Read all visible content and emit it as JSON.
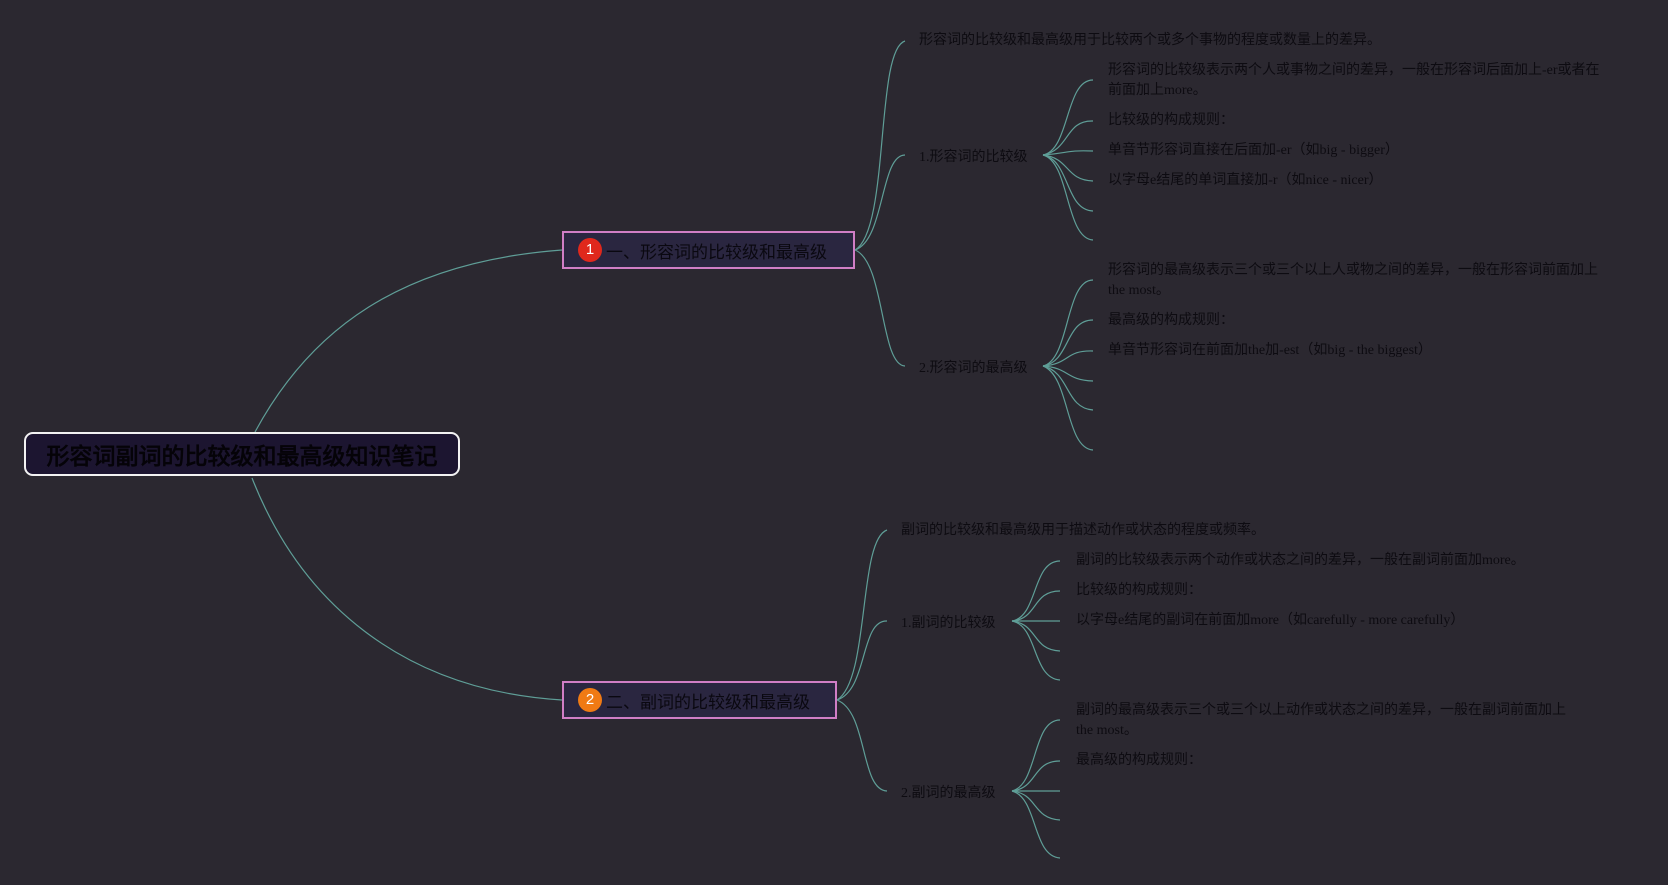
{
  "root": {
    "title": "形容词副词的比较级和最高级知识笔记"
  },
  "sections": [
    {
      "badge": "1",
      "title": "一、形容词的比较级和最高级",
      "intro": "形容词的比较级和最高级用于比较两个或多个事物的程度或数量上的差异。",
      "groups": [
        {
          "label": "1.形容词的比较级",
          "items": [
            "形容词的比较级表示两个人或事物之间的差异，一般在形容词后面加上-er或者在前面加上more。",
            "比较级的构成规则：",
            "单音节形容词直接在后面加-er（如big - bigger）",
            "以字母e结尾的单词直接加-r（如nice - nicer）"
          ]
        },
        {
          "label": "2.形容词的最高级",
          "items": [
            "形容词的最高级表示三个或三个以上人或物之间的差异，一般在形容词前面加上the most。",
            "最高级的构成规则：",
            "单音节形容词在前面加the加-est（如big - the biggest）"
          ]
        }
      ]
    },
    {
      "badge": "2",
      "title": "二、副词的比较级和最高级",
      "intro": "副词的比较级和最高级用于描述动作或状态的程度或频率。",
      "groups": [
        {
          "label": "1.副词的比较级",
          "items": [
            "副词的比较级表示两个动作或状态之间的差异，一般在副词前面加more。",
            "比较级的构成规则：",
            "以字母e结尾的副词在前面加more（如carefully - more carefully）"
          ]
        },
        {
          "label": "2.副词的最高级",
          "items": [
            "副词的最高级表示三个或三个以上动作或状态之间的差异，一般在副词前面加上the most。",
            "最高级的构成规则："
          ]
        }
      ]
    }
  ],
  "colors": {
    "background": "#2b2830",
    "connector": "#5f9e97",
    "section_border": "#d07ec6",
    "root_border": "#f2f2f2",
    "badge_1": "#e0281c",
    "badge_2": "#f07a14"
  }
}
